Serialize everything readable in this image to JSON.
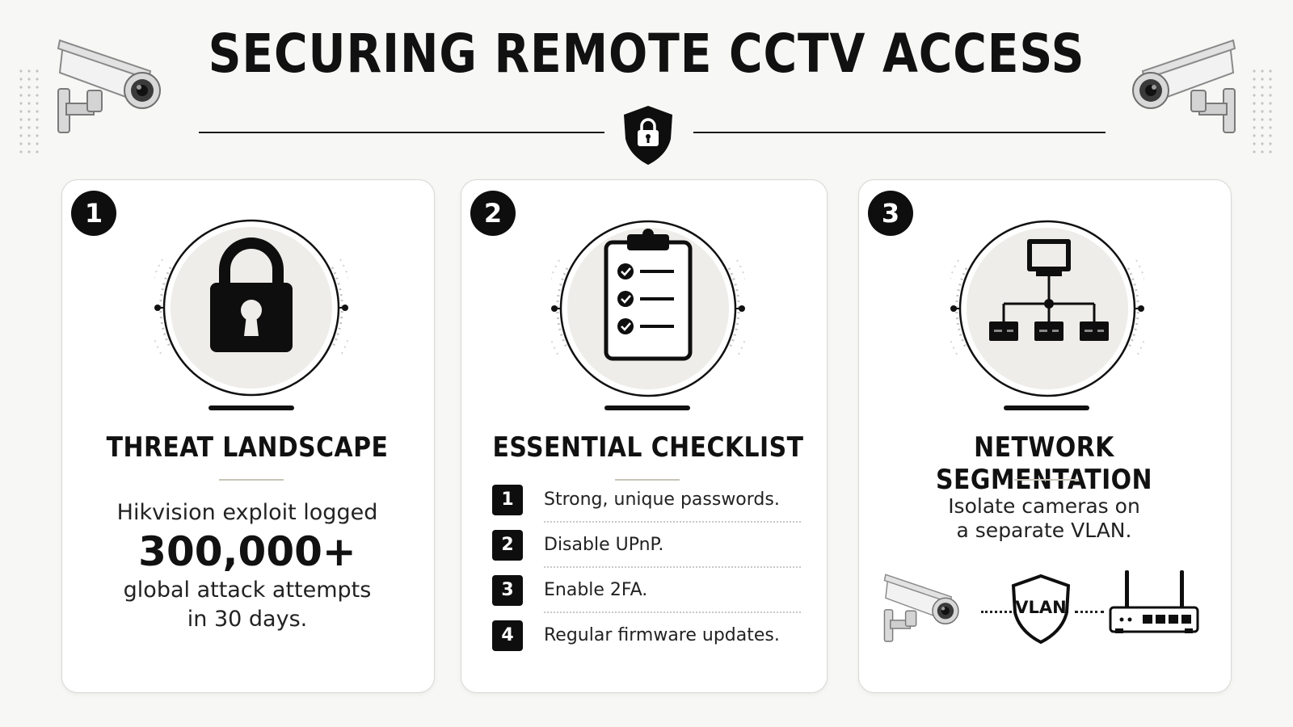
{
  "header": {
    "title": "SECURING REMOTE CCTV ACCESS",
    "center_icon": "shield-lock-icon",
    "side_icons": [
      "cctv-camera-icon",
      "cctv-camera-icon"
    ]
  },
  "cards": [
    {
      "number": "1",
      "icon": "padlock-icon",
      "heading": "THREAT LANDSCAPE",
      "lead": "Hikvision exploit logged",
      "stat": "300,000+",
      "tail_1": "global attack attempts",
      "tail_2": "in 30 days."
    },
    {
      "number": "2",
      "icon": "clipboard-checklist-icon",
      "heading": "ESSENTIAL CHECKLIST",
      "items": [
        {
          "num": "1",
          "text": "Strong, unique passwords."
        },
        {
          "num": "2",
          "text": "Disable UPnP."
        },
        {
          "num": "3",
          "text": "Enable 2FA."
        },
        {
          "num": "4",
          "text": "Regular firmware updates."
        }
      ]
    },
    {
      "number": "3",
      "icon": "network-hierarchy-icon",
      "heading": "NETWORK SEGMENTATION",
      "body_1": "Isolate cameras on",
      "body_2": "a separate VLAN.",
      "diagram": {
        "left_icon": "cctv-camera-icon",
        "shield_label": "VLAN",
        "right_icon": "router-icon"
      }
    }
  ],
  "colors": {
    "background": "#f7f7f5",
    "card": "#ffffff",
    "ink": "#111111",
    "icon_circle_fill": "#eeede9",
    "accent_line": "#c9c4b8"
  }
}
